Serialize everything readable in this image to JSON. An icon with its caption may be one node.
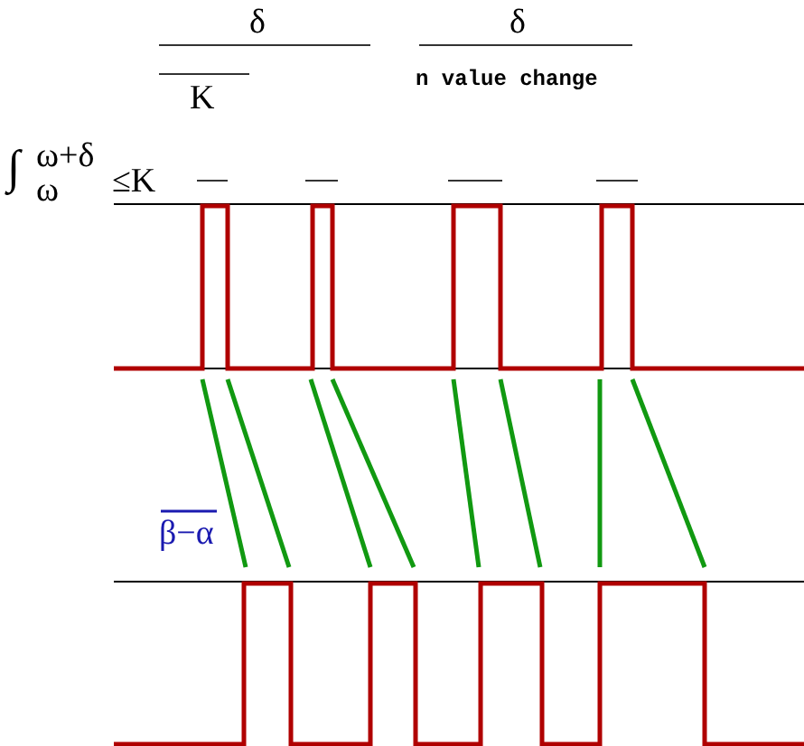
{
  "diagram": {
    "labels": [
      "δ",
      "δ",
      "K",
      "n value change",
      "∫",
      "ω+δ",
      "ω",
      "≤K",
      "β−α"
    ]
  }
}
